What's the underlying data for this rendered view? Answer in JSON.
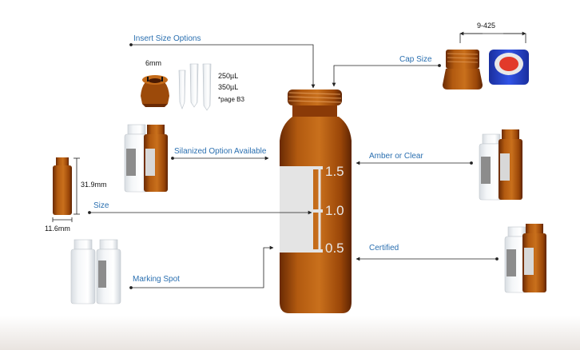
{
  "callouts": {
    "insert_size": "Insert Size Options",
    "cap_size": "Cap Size",
    "silanized": "Silanized Option Available",
    "amber_clear": "Amber or Clear",
    "size": "Size",
    "certified": "Certified",
    "marking_spot": "Marking Spot"
  },
  "dimensions": {
    "insert_diameter": "6mm",
    "insert_250": "250µL",
    "insert_350": "350µL",
    "page_ref": "*page B3",
    "thread": "9-425",
    "height": "31.9mm",
    "width": "11.6mm"
  },
  "graduations": [
    "1.5",
    "1.0",
    "0.5"
  ],
  "colors": {
    "callout_text": "#2a6fb0",
    "amber": "#b0560e",
    "amber_dark": "#7a3406",
    "cap_blue": "#1f3fcf",
    "septum_red": "#e23a2a",
    "marking_white": "#e6e6e6"
  }
}
